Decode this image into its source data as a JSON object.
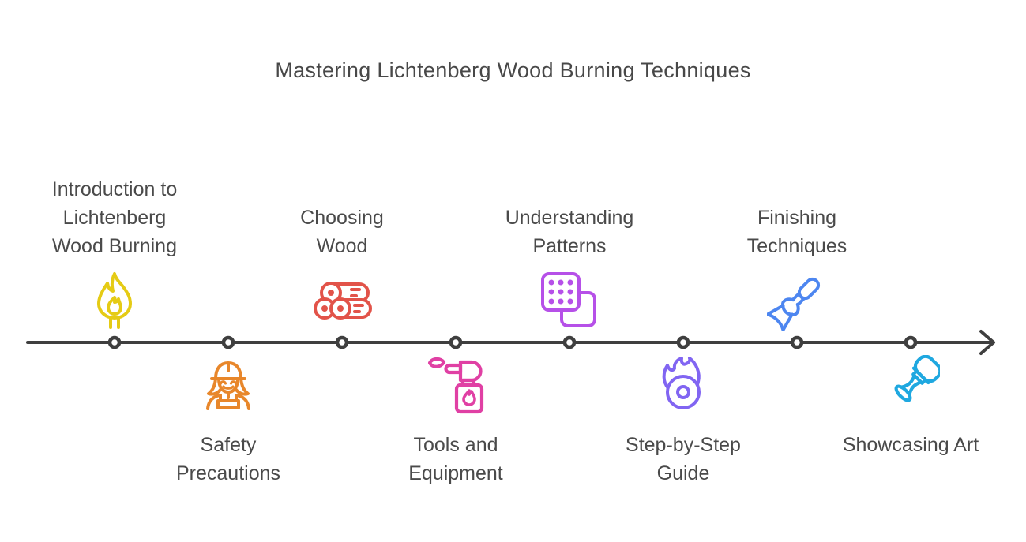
{
  "title": "Mastering Lichtenberg Wood Burning Techniques",
  "colors": {
    "text": "#4a4a4a",
    "title_text": "#484848"
  },
  "timeline": {
    "line_color": "#3f3f3f",
    "dot_fill": "#ffffff"
  },
  "milestones": [
    {
      "label": "Introduction to\nLichtenberg\nWood Burning",
      "side": "top",
      "icon": "match-flame-icon",
      "color": "#e5cb15"
    },
    {
      "label": "Safety\nPrecautions",
      "side": "bottom",
      "icon": "safety-worker-icon",
      "color": "#e8872b"
    },
    {
      "label": "Choosing\nWood",
      "side": "top",
      "icon": "wood-logs-icon",
      "color": "#e25349"
    },
    {
      "label": "Tools and\nEquipment",
      "side": "bottom",
      "icon": "blowtorch-icon",
      "color": "#e040a4"
    },
    {
      "label": "Understanding\nPatterns",
      "side": "top",
      "icon": "pattern-squares-icon",
      "color": "#b650e8"
    },
    {
      "label": "Step-by-Step\nGuide",
      "side": "bottom",
      "icon": "flame-disc-icon",
      "color": "#8165f2"
    },
    {
      "label": "Finishing\nTechniques",
      "side": "top",
      "icon": "chisel-icon",
      "color": "#4d86f0"
    },
    {
      "label": "Showcasing Art",
      "side": "bottom",
      "icon": "stamp-icon",
      "color": "#1fa8e0"
    }
  ]
}
